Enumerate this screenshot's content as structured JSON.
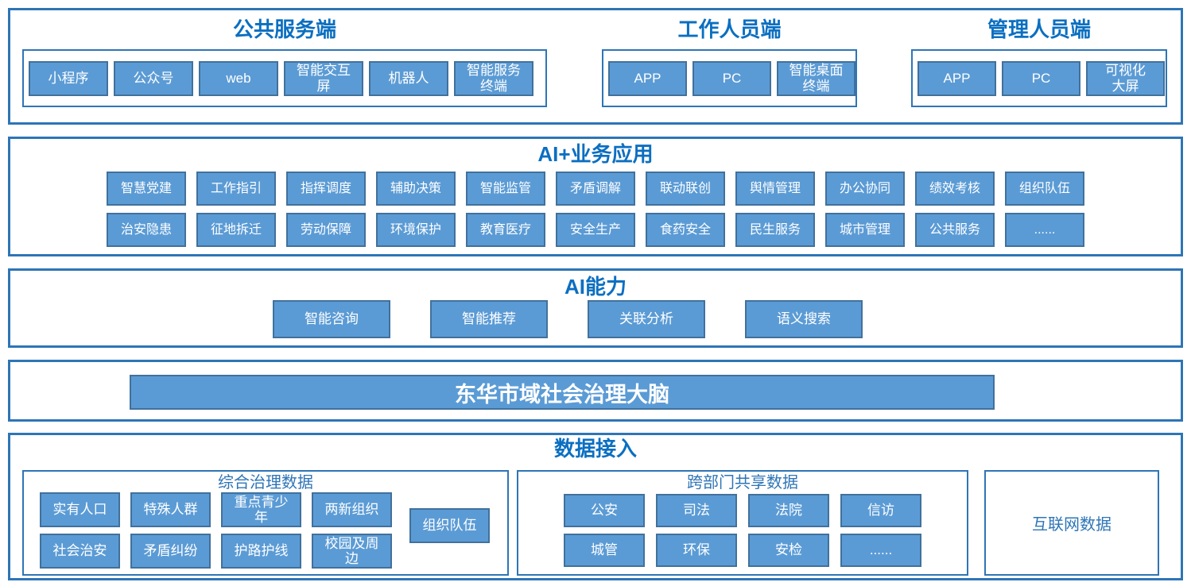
{
  "colors": {
    "chip_fill": "#5B9BD5",
    "chip_border": "#41719C",
    "frame_border": "#2E75B6",
    "title_blue": "#0B6FC1",
    "subtitle_blue": "#2E75B6",
    "chip_text": "#FFFFFF"
  },
  "top_sections": [
    {
      "title": "公共服务端",
      "items": [
        "小程序",
        "公众号",
        "web",
        "智能交互\n屏",
        "机器人",
        "智能服务\n终端"
      ]
    },
    {
      "title": "工作人员端",
      "items": [
        "APP",
        "PC",
        "智能桌面\n终端"
      ]
    },
    {
      "title": "管理人员端",
      "items": [
        "APP",
        "PC",
        "可视化\n大屏"
      ]
    }
  ],
  "business_apps": {
    "title": "AI+业务应用",
    "row1": [
      "智慧党建",
      "工作指引",
      "指挥调度",
      "辅助决策",
      "智能监管",
      "矛盾调解",
      "联动联创",
      "舆情管理",
      "办公协同",
      "绩效考核",
      "组织队伍"
    ],
    "row2": [
      "治安隐患",
      "征地拆迁",
      "劳动保障",
      "环境保护",
      "教育医疗",
      "安全生产",
      "食药安全",
      "民生服务",
      "城市管理",
      "公共服务",
      "......"
    ]
  },
  "ai_capabilities": {
    "title": "AI能力",
    "items": [
      "智能咨询",
      "智能推荐",
      "关联分析",
      "语义搜索"
    ]
  },
  "brain": {
    "label": "东华市域社会治理大脑"
  },
  "data_access": {
    "title": "数据接入",
    "governance_group": {
      "title": "综合治理数据",
      "row1": [
        "实有人口",
        "特殊人群",
        "重点青少\n年",
        "两新组织"
      ],
      "side": "组织队伍",
      "row2": [
        "社会治安",
        "矛盾纠纷",
        "护路护线",
        "校园及周\n边"
      ]
    },
    "cross_dept_group": {
      "title": "跨部门共享数据",
      "row1": [
        "公安",
        "司法",
        "法院",
        "信访"
      ],
      "row2": [
        "城管",
        "环保",
        "安检",
        "......"
      ]
    },
    "internet_group": {
      "title": "互联网数据"
    }
  }
}
